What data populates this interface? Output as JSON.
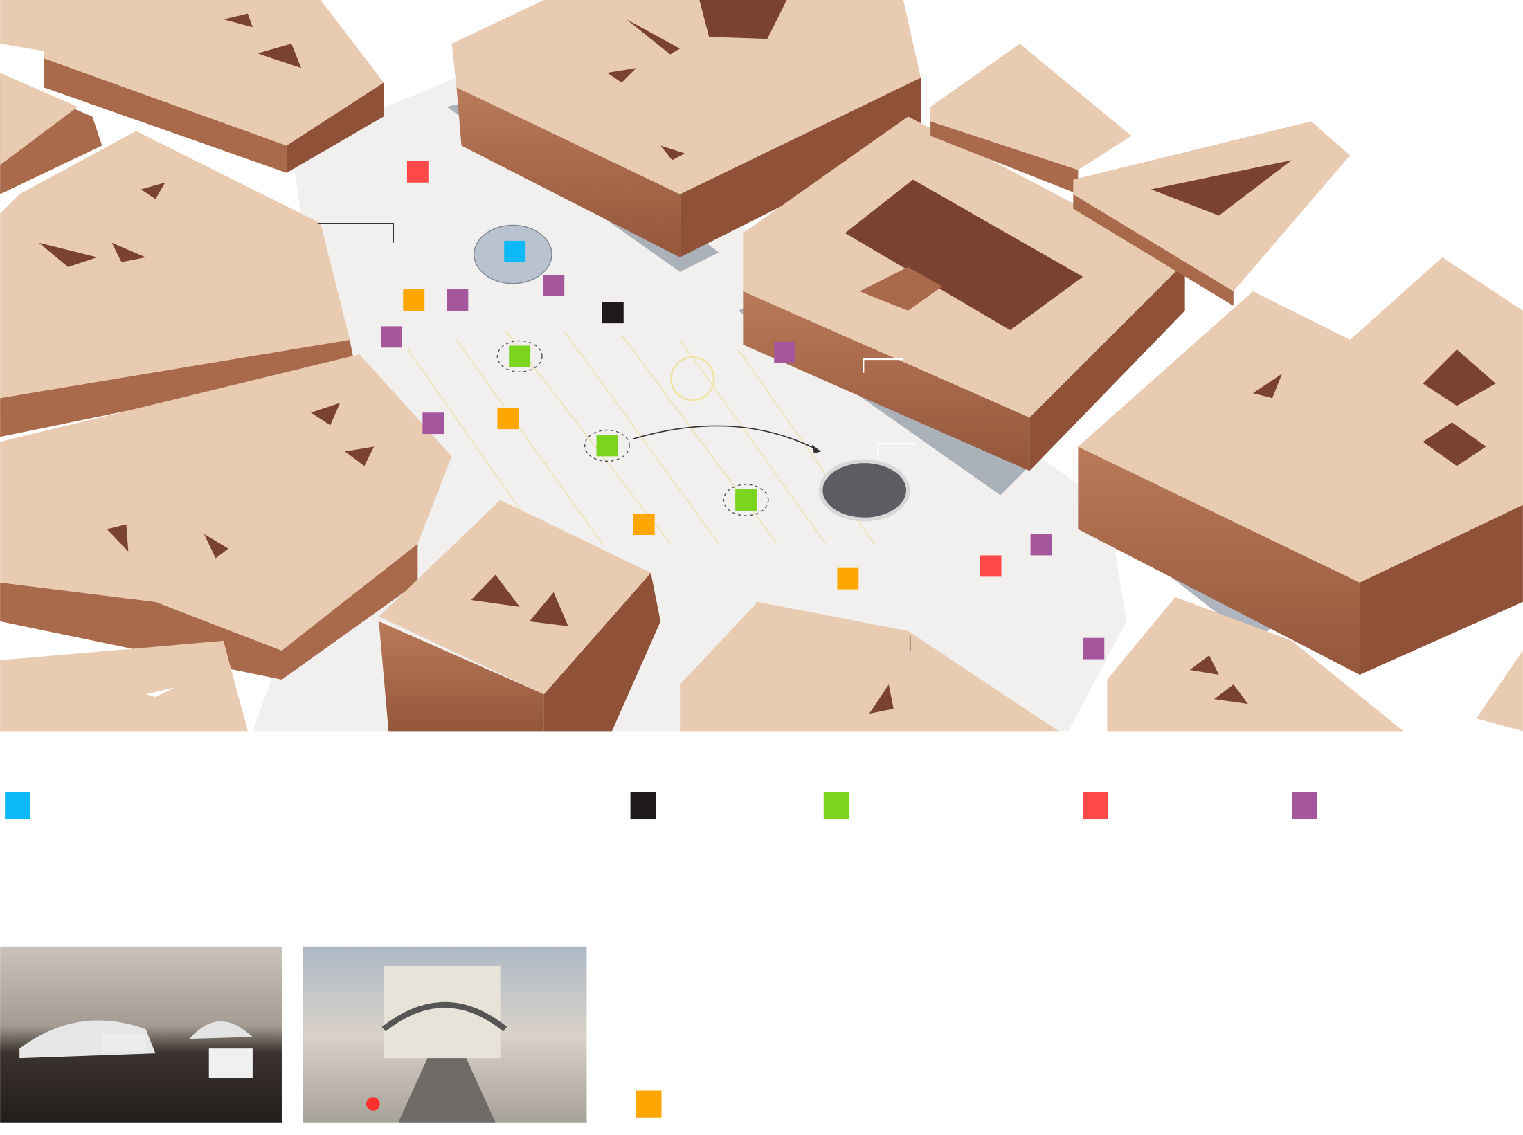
{
  "legend": [
    {
      "key": "cyan",
      "color": "#0cb9f6"
    },
    {
      "key": "black",
      "color": "#1f1a19"
    },
    {
      "key": "green",
      "color": "#7bd51f"
    },
    {
      "key": "red",
      "color": "#ff4848"
    },
    {
      "key": "purple",
      "color": "#a5579e"
    },
    {
      "key": "orange",
      "color": "#ffa600"
    }
  ],
  "colors": {
    "building_top": "#e8cbb0",
    "building_side": "#a9694b",
    "plaza": "#f2f0ee"
  }
}
